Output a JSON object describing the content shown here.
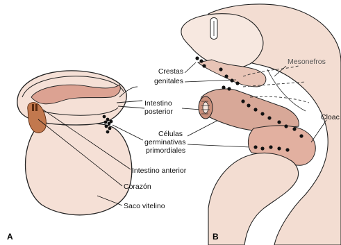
{
  "panels": {
    "a_letter": "A",
    "b_letter": "B"
  },
  "panel_a": {
    "labels": {
      "hindgut": "Intestino",
      "hindgut_2": "posterior",
      "germ_cells_1": "Células",
      "germ_cells_2": "germinativas",
      "germ_cells_3": "primordiales",
      "foregut": "Intestino anterior",
      "heart": "Corazón",
      "yolk_sac": "Saco vitelino"
    }
  },
  "panel_b": {
    "labels": {
      "genital_ridges_1": "Crestas",
      "genital_ridges_2": "genitales",
      "mesonephros": "Mesonefros",
      "cloaca": "Cloac"
    }
  },
  "colors": {
    "tissue_fill": "#f5e0d6",
    "tissue_dark": "#d8a898",
    "gut_fill": "#e2b0a0",
    "heart_fill": "#c2784e",
    "outline": "#222222",
    "germ_cell": "#111111"
  }
}
